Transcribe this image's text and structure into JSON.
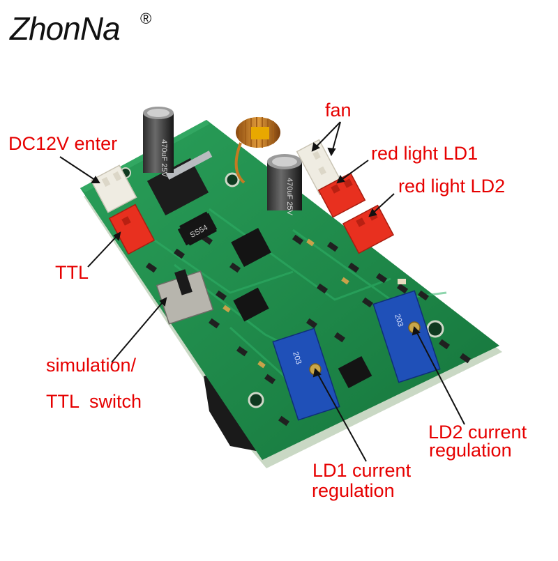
{
  "brand": {
    "name": "ZhonNa",
    "mark": "®"
  },
  "labels": {
    "dc12v": "DC12V enter",
    "fan": "fan",
    "red_ld1": "red light LD1",
    "red_ld2": "red light LD2",
    "ttl": "TTL",
    "switch_line1": "simulation/",
    "switch_line2": "TTL  switch",
    "ld2_line1": "LD2 current",
    "ld2_line2": "regulation",
    "ld1_line1": "LD1 current",
    "ld1_line2": "regulation"
  },
  "board_silkscreen": {
    "cap1": "470uF 25V",
    "cap2": "470uF 25V",
    "diode": "SS54",
    "trim1": "203",
    "trim2": "203"
  },
  "colors": {
    "label_text": "#e60000",
    "pcb_green": "#1e8a4a",
    "connector_red": "#e8301f",
    "connector_white": "#f2efe6",
    "trimmer_blue": "#1c4fb5"
  }
}
